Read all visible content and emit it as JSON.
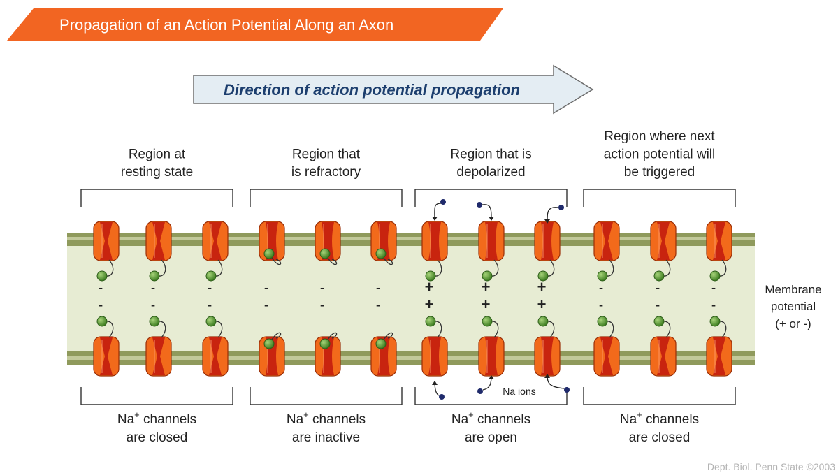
{
  "title": "Propagation of an Action Potential Along an Axon",
  "direction_label": "Direction of action potential propagation",
  "regions": [
    {
      "top_label": [
        "Region at",
        "resting state"
      ],
      "bottom_label_prefix": "Na",
      "bottom_label_suffix": " channels",
      "bottom_label_line2": "are closed",
      "channel_state": "closed",
      "charge": "-"
    },
    {
      "top_label": [
        "Region that",
        "is refractory"
      ],
      "bottom_label_prefix": "Na",
      "bottom_label_suffix": " channels",
      "bottom_label_line2": "are inactive",
      "channel_state": "inactive",
      "charge": "-"
    },
    {
      "top_label": [
        "Region that is",
        "depolarized"
      ],
      "bottom_label_prefix": "Na",
      "bottom_label_suffix": " channels",
      "bottom_label_line2": "are open",
      "channel_state": "open",
      "charge": "+"
    },
    {
      "top_label": [
        "Region where next",
        "action potential will",
        "be triggered"
      ],
      "bottom_label_prefix": "Na",
      "bottom_label_suffix": " channels",
      "bottom_label_line2": "are closed",
      "channel_state": "closed",
      "charge": "-"
    }
  ],
  "superscript": "+",
  "na_ions_label": "Na ions",
  "membrane_label": [
    "Membrane",
    "potential",
    "(+ or -)"
  ],
  "credit": "Dept. Biol. Penn State ©2003",
  "colors": {
    "banner": "#f26522",
    "membrane_band": "#8f9a5c",
    "axon_fill": "#e7ecd3",
    "channel_outer": "#f26a1b",
    "channel_inner": "#c8240f",
    "gate_ball": "#5f9d3a",
    "ion": "#1f2a6b",
    "direction_arrow_fill": "#e4edf3",
    "direction_text": "#1c3e6e",
    "credit": "#b3b3b3"
  }
}
